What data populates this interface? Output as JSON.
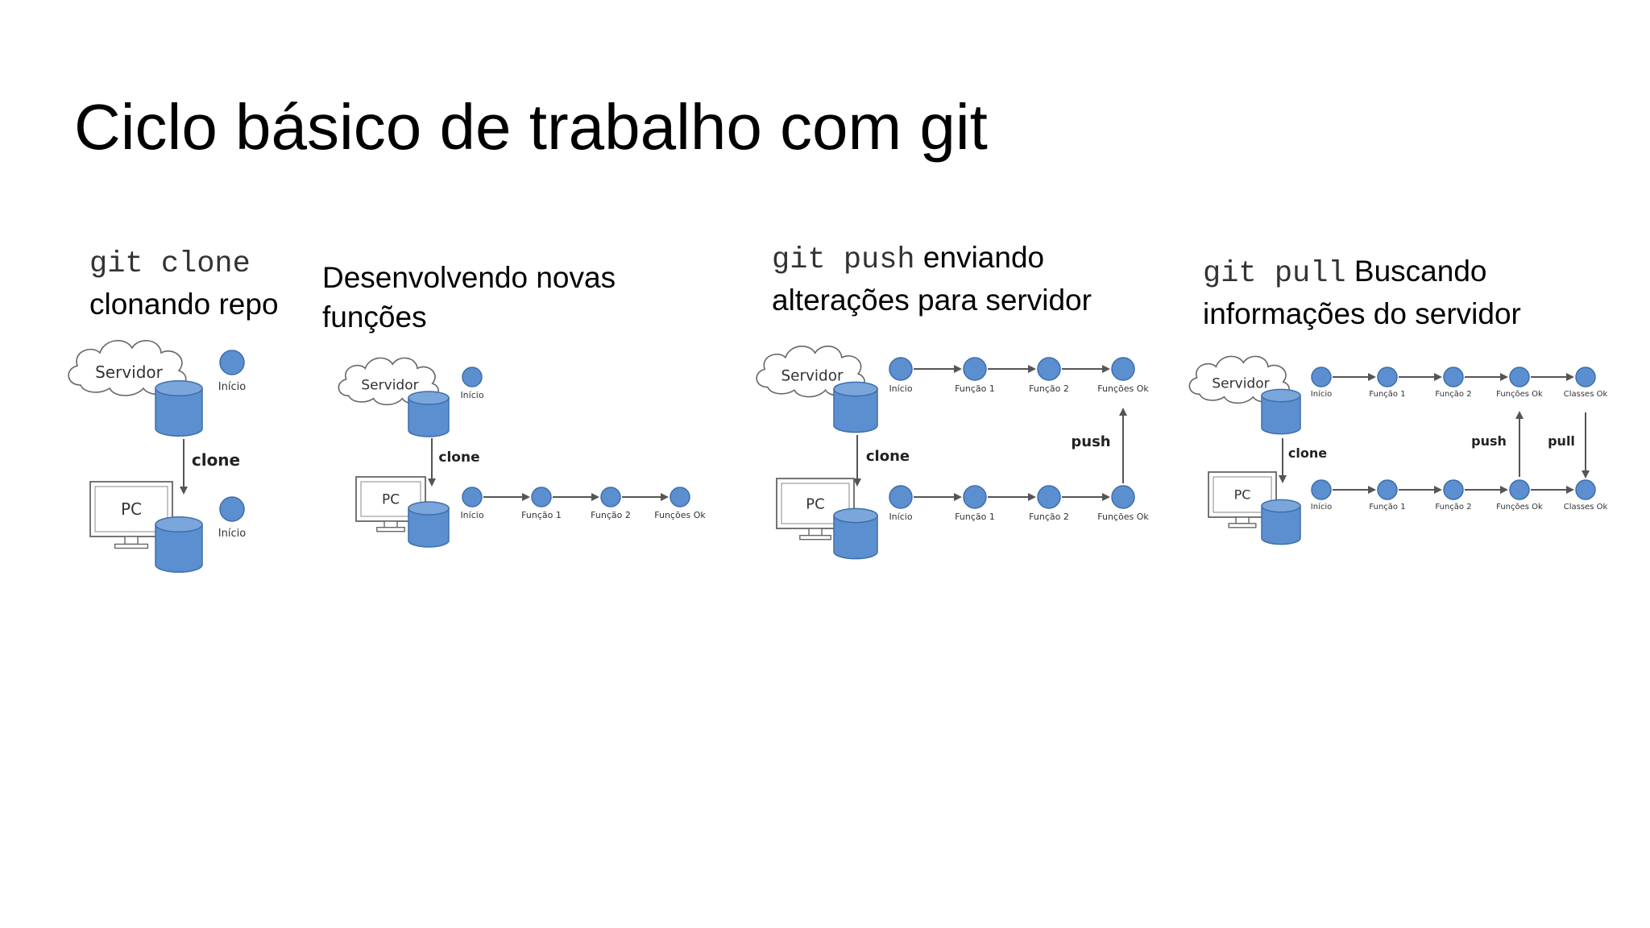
{
  "title": "Ciclo básico de trabalho com git",
  "colors": {
    "node": "#5b8fd0",
    "node_stroke": "#3d6eab",
    "arrow": "#555555",
    "text": "#000000",
    "code": "#333333"
  },
  "panels": [
    {
      "id": "clone",
      "caption": {
        "code": "git clone",
        "text": "clonando repo"
      },
      "server_label": "Servidor",
      "pc_label": "PC",
      "clone_label": "clone",
      "top_nodes": [
        "Início"
      ],
      "bottom_nodes": [
        "Início"
      ]
    },
    {
      "id": "develop",
      "caption": {
        "line1": "Desenvolvendo novas",
        "line2": "funções"
      },
      "server_label": "Servidor",
      "pc_label": "PC",
      "clone_label": "clone",
      "top_nodes": [
        "Início"
      ],
      "bottom_nodes": [
        "Início",
        "Função 1",
        "Função 2",
        "Funções Ok"
      ]
    },
    {
      "id": "push",
      "caption": {
        "code": "git push",
        "text": "enviando",
        "line2": "alterações para servidor"
      },
      "server_label": "Servidor",
      "pc_label": "PC",
      "clone_label": "clone",
      "push_label": "push",
      "top_nodes": [
        "Início",
        "Função 1",
        "Função 2",
        "Funções Ok"
      ],
      "bottom_nodes": [
        "Início",
        "Função 1",
        "Função 2",
        "Funções Ok"
      ]
    },
    {
      "id": "pull",
      "caption": {
        "code": "git pull",
        "text": "Buscando",
        "line2": "informações do servidor"
      },
      "server_label": "Servidor",
      "pc_label": "PC",
      "clone_label": "clone",
      "push_label": "push",
      "pull_label": "pull",
      "top_nodes": [
        "Início",
        "Função 1",
        "Função 2",
        "Funções Ok",
        "Classes Ok"
      ],
      "bottom_nodes": [
        "Início",
        "Função 1",
        "Função 2",
        "Funções Ok",
        "Classes Ok"
      ]
    }
  ]
}
